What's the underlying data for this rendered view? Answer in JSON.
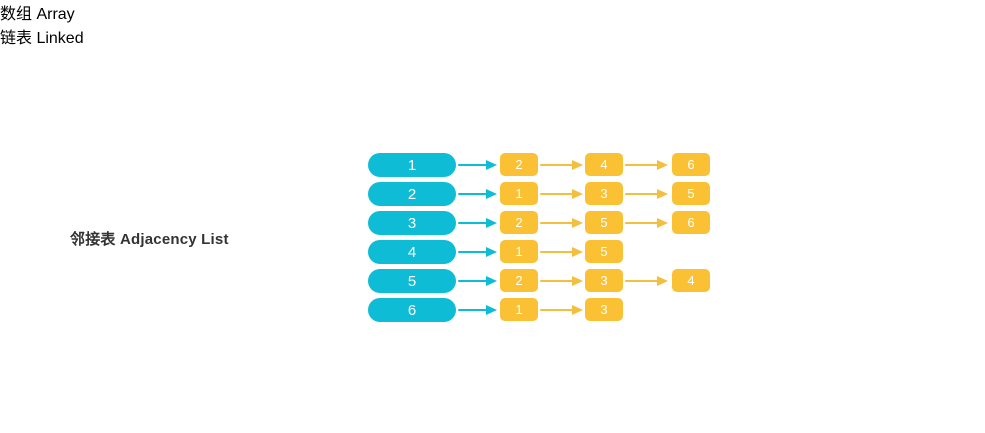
{
  "diagram": {
    "title": "邻接表 Adjacency List",
    "headers": {
      "array": "数组 Array",
      "linked": "链表 Linked"
    },
    "colors": {
      "array_cell": "#0FBCD6",
      "linked_node": "#F9C133",
      "array_arrow": "#0FBCD6",
      "linked_arrow": "#F4BE3F",
      "text_dark": "#333333",
      "node_text": "#FFFFFF",
      "background": "#FFFFFF"
    },
    "rows": [
      {
        "vertex": "1",
        "neighbors": [
          "2",
          "4",
          "6"
        ]
      },
      {
        "vertex": "2",
        "neighbors": [
          "1",
          "3",
          "5"
        ]
      },
      {
        "vertex": "3",
        "neighbors": [
          "2",
          "5",
          "6"
        ]
      },
      {
        "vertex": "4",
        "neighbors": [
          "1",
          "5"
        ]
      },
      {
        "vertex": "5",
        "neighbors": [
          "2",
          "3",
          "4"
        ]
      },
      {
        "vertex": "6",
        "neighbors": [
          "1",
          "3"
        ]
      }
    ]
  }
}
